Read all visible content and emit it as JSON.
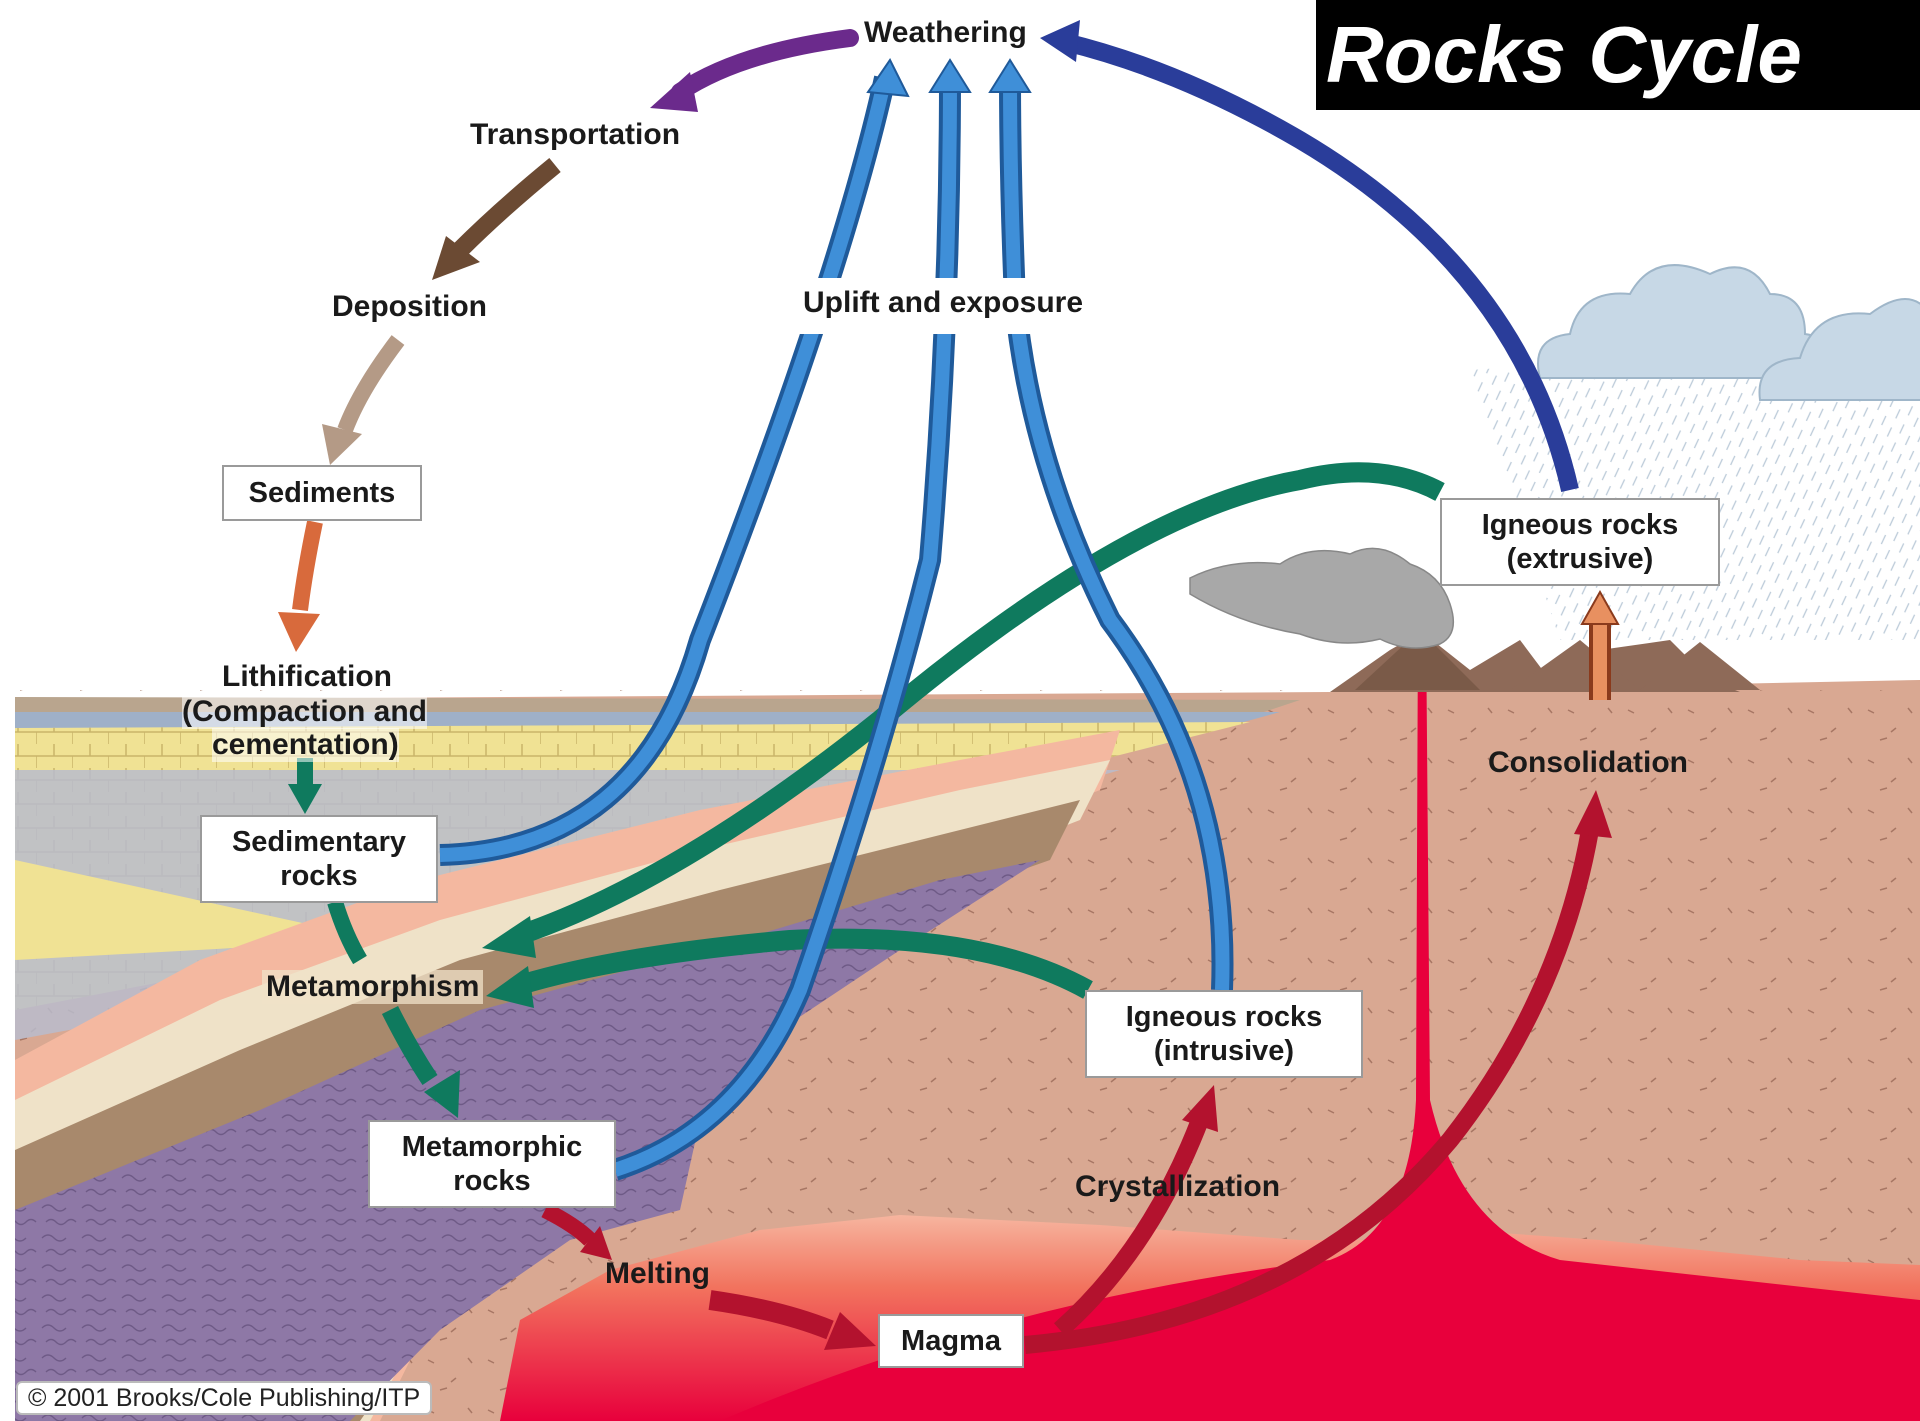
{
  "title": "Rocks Cycle",
  "copyright": "© 2001 Brooks/Cole Publishing/ITP",
  "stages": {
    "weathering": "Weathering",
    "transportation": "Transportation",
    "deposition": "Deposition",
    "sediments": "Sediments",
    "lithification": "Lithification",
    "lithification_note_1": "(Compaction and",
    "lithification_note_2": "cementation)",
    "sedimentary_1": "Sedimentary",
    "sedimentary_2": "rocks",
    "metamorphism": "Metamorphism",
    "metamorphic_1": "Metamorphic",
    "metamorphic_2": "rocks",
    "melting": "Melting",
    "magma": "Magma",
    "crystallization": "Crystallization",
    "igneous_intrusive_1": "Igneous rocks",
    "igneous_intrusive_2": "(intrusive)",
    "consolidation": "Consolidation",
    "igneous_extrusive_1": "Igneous rocks",
    "igneous_extrusive_2": "(extrusive)",
    "uplift": "Uplift and exposure"
  },
  "colors": {
    "weathering_arrow": "#6b2a8c",
    "transport_arrow": "#6b4a33",
    "deposition_arrow": "#b49a86",
    "lithification_arrow": "#d86a3c",
    "metamorphism_arrow": "#0f7a5e",
    "melting_arrow": "#b3122e",
    "uplift_arrow": "#3f8fd8",
    "extrusive_weathering_arrow": "#2a3d9a",
    "consolidation_arrow": "#e89060",
    "magma": "#e8003c",
    "crust": "#d9a892",
    "metamorphic_layer": "#8e78a6"
  }
}
